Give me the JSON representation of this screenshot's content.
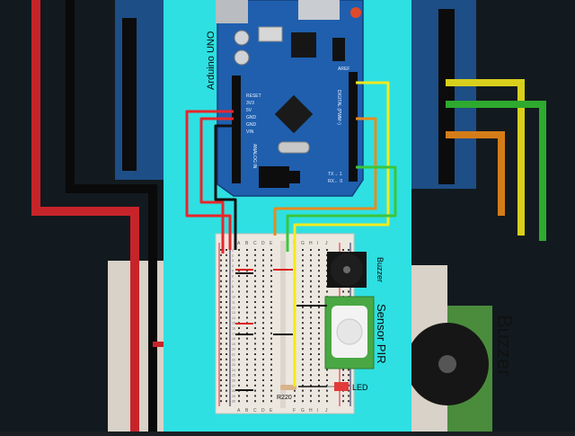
{
  "board": {
    "name": "Arduino UNO",
    "power_header": [
      "RESET",
      "3V3",
      "5V",
      "GND",
      "GND",
      "VIN"
    ],
    "digital_label": "DIGITAL (PWM~)",
    "analog_label": "ANALOG IN",
    "tx_label": "TX→ 1",
    "rx_label": "RX← 0",
    "aref_label": "AREF"
  },
  "breadboard": {
    "column_letters": [
      "A",
      "B",
      "C",
      "D",
      "E",
      "F",
      "G",
      "H",
      "I",
      "J"
    ],
    "row_numbers": [
      "1",
      "2",
      "3",
      "4",
      "5",
      "6",
      "7",
      "8",
      "9",
      "10",
      "11",
      "12",
      "13",
      "14",
      "15",
      "16",
      "17",
      "18",
      "19",
      "20",
      "21",
      "22",
      "23",
      "24",
      "25",
      "26",
      "27",
      "28",
      "29",
      "30"
    ]
  },
  "components": {
    "buzzer_label": "Buzzer",
    "pir_label": "Sensor PIR",
    "led_label": "LED",
    "resistor_label": "R220"
  },
  "colors": {
    "background": "#2ee0e2",
    "board": "#1f5fae",
    "wire_red": "#e8262b",
    "wire_black": "#111111",
    "wire_yellow": "#f3ea1e",
    "wire_orange": "#e88a1e",
    "wire_green": "#3bc63b",
    "pir_pcb": "#49a843"
  },
  "icons": {
    "pir_dome": "pir-dome-icon",
    "buzzer": "buzzer-icon",
    "led": "led-icon"
  }
}
